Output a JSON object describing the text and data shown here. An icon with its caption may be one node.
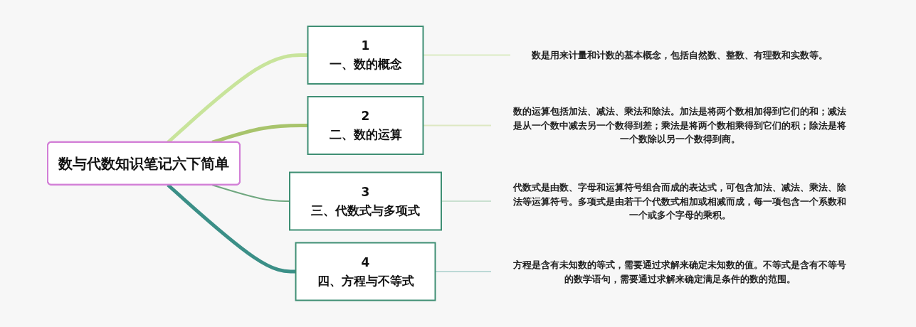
{
  "diagram": {
    "nodes": [
      {
        "text": [
          "数与代数知识笔记六下简单"
        ]
      },
      {
        "text": [
          "1",
          "一、数的概念"
        ]
      },
      {
        "text": [
          "2",
          "二、数的运算"
        ]
      },
      {
        "text": [
          "3",
          "三、代数式与多项式"
        ]
      },
      {
        "text": [
          "4",
          "四、方程与不等式"
        ]
      },
      {
        "text": [
          "数是用来计量和计数的基本概念，包括自然数、整数、有理数和实数等。"
        ]
      },
      {
        "text": [
          "数的运算包括加法、减法、乘法和除法。加法是将两个数相加得到它们的和；减法是从一个数中减去另一个数得到差；乘法是将两个数相乘得到它们的积；除法是将一个数除以另一个数得到商。"
        ]
      },
      {
        "text": [
          "代数式是由数、字母和运算符号组合而成的表达式，可包含加法、减法、乘法、除法等运算符号。多项式是由若干个代数式相加或相减而成，每一项包含一个系数和一个或多个字母的乘积。"
        ]
      },
      {
        "text": [
          "方程是含有未知数的等式，需要通过求解来确定未知数的值。不等式是含有不等号的数学语句，需要通过求解来确定满足条件的数的范围。"
        ]
      }
    ],
    "edges": [
      {
        "from": 0,
        "to": 1,
        "arrow": "none",
        "style": "thick",
        "color": "#c8e49b"
      },
      {
        "from": 0,
        "to": 2,
        "arrow": "none",
        "style": "thick",
        "color": "#a8c46c"
      },
      {
        "from": 0,
        "to": 3,
        "arrow": "none",
        "color": "#6fa77f"
      },
      {
        "from": 0,
        "to": 4,
        "arrow": "none",
        "style": "thick",
        "color": "#3b8f87"
      },
      {
        "from": 1,
        "to": 5,
        "arrow": "none",
        "color": "#dcecc4"
      },
      {
        "from": 2,
        "to": 6,
        "arrow": "none",
        "color": "#dde8c2"
      },
      {
        "from": 3,
        "to": 7,
        "arrow": "none",
        "color": "#c9dfd0"
      },
      {
        "from": 4,
        "to": 8,
        "arrow": "none",
        "color": "#bcd9d6"
      }
    ]
  }
}
